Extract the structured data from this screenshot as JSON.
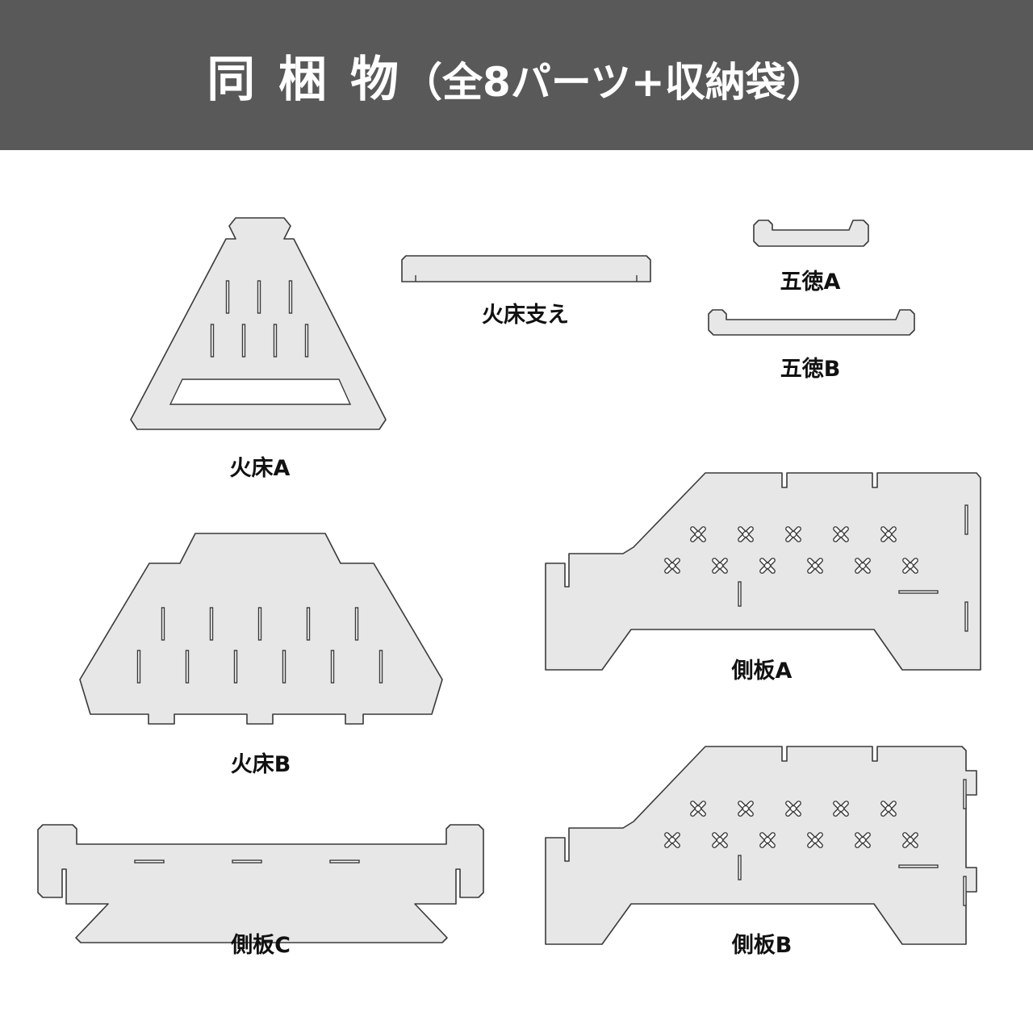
{
  "header": {
    "title_main": "同 梱 物",
    "title_sub": "（全8パーツ+収納袋）",
    "background": "#595959",
    "text_color": "#ffffff"
  },
  "parts": {
    "hidoko_a": "火床A",
    "hidoko_b": "火床B",
    "hidoko_sasae": "火床支え",
    "gotoku_a": "五徳A",
    "gotoku_b": "五徳B",
    "sokuban_a": "側板A",
    "sokuban_b": "側板B",
    "sokuban_c": "側板C"
  },
  "colors": {
    "part_fill": "#e7e7e7",
    "part_outline": "#3a3a3a"
  }
}
